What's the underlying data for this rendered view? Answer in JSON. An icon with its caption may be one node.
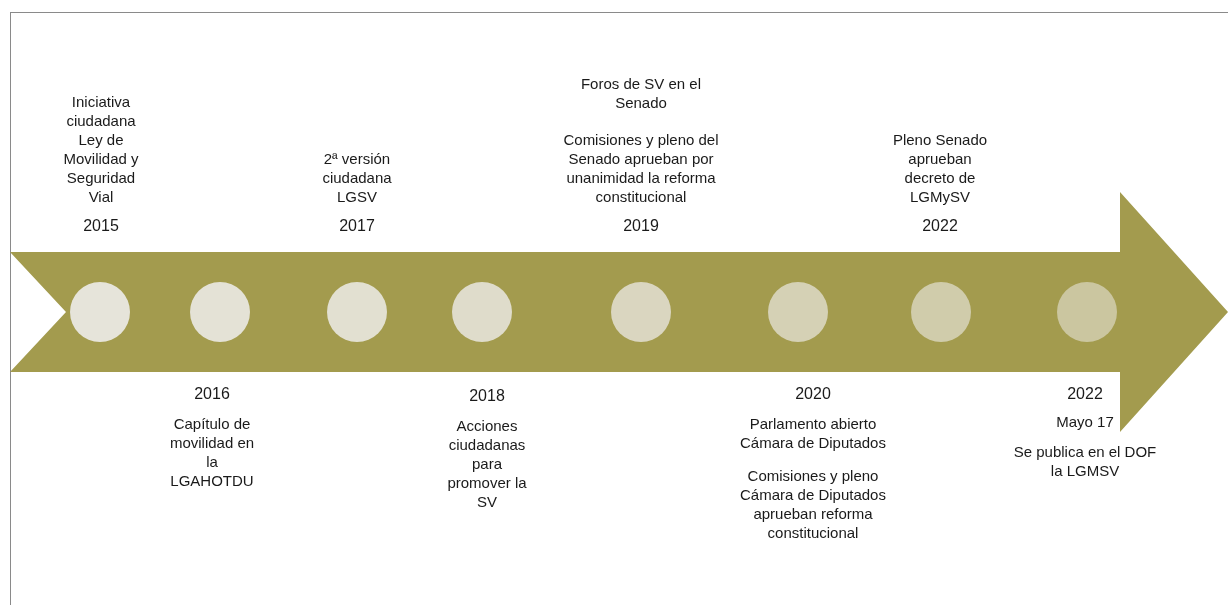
{
  "diagram": {
    "nodes": [
      {
        "text": [],
        "shape": "circle"
      },
      {
        "text": [],
        "shape": "circle"
      },
      {
        "text": [],
        "shape": "circle"
      },
      {
        "text": [],
        "shape": "circle"
      },
      {
        "text": [],
        "shape": "circle"
      },
      {
        "text": [],
        "shape": "circle"
      },
      {
        "text": [],
        "shape": "circle"
      },
      {
        "text": [],
        "shape": "circle"
      }
    ],
    "labels": [
      "Iniciativa ciudadana Ley de Movilidad y Seguridad Vial",
      "2015",
      "2016",
      "Capítulo de movilidad en la LGAHOTDU",
      "2ª versión ciudadana LGSV",
      "2017",
      "2018",
      "Acciones ciudadanas para promover la SV",
      "Foros de SV en el Senado",
      "Comisiones y pleno del Senado aprueban por unanimidad la reforma constitucional",
      "2019",
      "2020",
      "Parlamento abierto Cámara de Diputados",
      "Comisiones y pleno Cámara de Diputados aprueban reforma constitucional",
      "Pleno Senado aprueban decreto de LGMySV",
      "2022",
      "2022",
      "Mayo 17",
      "Se publica en el DOF la LGMSV"
    ]
  }
}
